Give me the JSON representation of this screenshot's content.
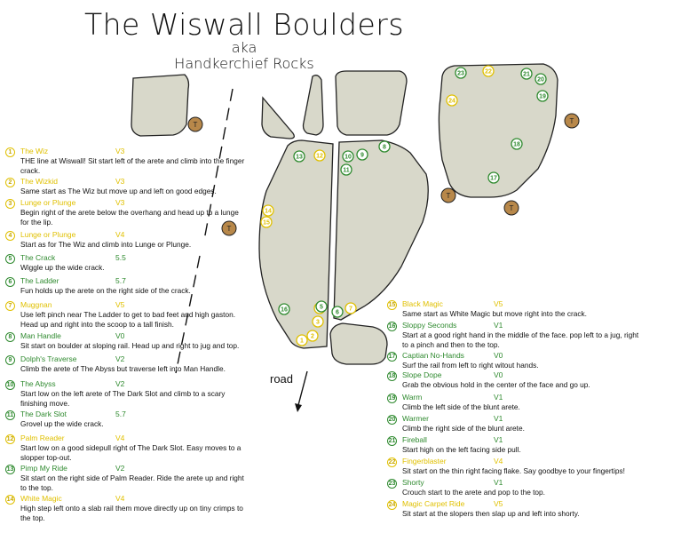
{
  "title": "The Wiswall Boulders",
  "aka": "aka",
  "subtitle": "Handkerchief Rocks",
  "road_label": "road",
  "map_markers": {
    "topo_marker_label": "T",
    "boulder_numbers": [
      "1",
      "2",
      "3",
      "4",
      "5",
      "6",
      "7",
      "8",
      "9",
      "10",
      "11",
      "12",
      "13",
      "14",
      "15",
      "16",
      "17",
      "18",
      "19",
      "20",
      "21",
      "22",
      "23",
      "24"
    ]
  },
  "colors": {
    "green": "#2f8a2f",
    "yellow": "#e0c000",
    "rock": "#d8d8ca",
    "topo": "#b8884a"
  },
  "problems_left": [
    {
      "num": "1",
      "name": "The Wiz",
      "grade": "V3",
      "color": "yellow",
      "desc": "THE line at Wiswall! Sit start left of the arete and climb into the finger crack."
    },
    {
      "num": "2",
      "name": "The Wizkid",
      "grade": "V3",
      "color": "yellow",
      "desc": "Same start as The Wiz but move up and left on good edges."
    },
    {
      "num": "3",
      "name": "Lunge or Plunge",
      "grade": "V3",
      "color": "yellow",
      "desc": "Begin right of the arete below the overhang and head up to a lunge for the lip."
    },
    {
      "num": "4",
      "name": "Lunge or Plunge",
      "grade": "V4",
      "color": "yellow",
      "desc": "Start as for The Wiz and climb into Lunge or Plunge."
    },
    {
      "num": "5",
      "name": "The Crack",
      "grade": "5.5",
      "color": "green",
      "desc": "Wiggle up the wide crack."
    },
    {
      "num": "6",
      "name": "The Ladder",
      "grade": "5.7",
      "color": "green",
      "desc": "Fun holds up the arete on the right side of the crack."
    },
    {
      "num": "7",
      "name": "Muggnan",
      "grade": "V5",
      "color": "yellow",
      "desc": "Use left pinch near The Ladder to get to bad feet and high gaston. Head up and right into the scoop to a tall finish."
    },
    {
      "num": "8",
      "name": "Man Handle",
      "grade": "V0",
      "color": "green",
      "desc": "Sit start on boulder at sloping rail. Head up and right to jug and top."
    },
    {
      "num": "9",
      "name": "Dolph's Traverse",
      "grade": "V2",
      "color": "green",
      "desc": "Climb the arete of The Abyss but traverse left into Man Handle."
    },
    {
      "num": "10",
      "name": "The Abyss",
      "grade": "V2",
      "color": "green",
      "desc": "Start low on the left arete of The Dark Slot and climb to a scary finishing move."
    },
    {
      "num": "11",
      "name": "The Dark Slot",
      "grade": "5.7",
      "color": "green",
      "desc": "Grovel up the wide crack."
    },
    {
      "num": "12",
      "name": "Palm Reader",
      "grade": "V4",
      "color": "yellow",
      "desc": "Start low on a good sidepull right of The Dark Slot. Easy moves to a slopper top-out."
    },
    {
      "num": "13",
      "name": "Pimp My Ride",
      "grade": "V2",
      "color": "green",
      "desc": "Sit start on the right side of Palm Reader. Ride the arete up and right to the top."
    },
    {
      "num": "14",
      "name": "White Magic",
      "grade": "V4",
      "color": "yellow",
      "desc": "High step left onto a slab rail them move directly up on tiny crimps to the top."
    }
  ],
  "problems_right": [
    {
      "num": "15",
      "name": "Black Magic",
      "grade": "V5",
      "color": "yellow",
      "desc": "Same start as White Magic but move right into the crack."
    },
    {
      "num": "16",
      "name": "Sloppy Seconds",
      "grade": "V1",
      "color": "green",
      "desc": "Start at a good right hand in the middle of the face. pop left to a jug, right to a pinch and then to the top."
    },
    {
      "num": "17",
      "name": "Captian No-Hands",
      "grade": "V0",
      "color": "green",
      "desc": "Surf the rail from left to right witout hands."
    },
    {
      "num": "18",
      "name": "Slope Dope",
      "grade": "V0",
      "color": "green",
      "desc": "Grab the obvious hold in the center of the face and go up."
    },
    {
      "num": "19",
      "name": "Warm",
      "grade": "V1",
      "color": "green",
      "desc": "Climb the left side of the blunt arete."
    },
    {
      "num": "20",
      "name": "Warmer",
      "grade": "V1",
      "color": "green",
      "desc": "Climb the right side of the blunt arete."
    },
    {
      "num": "21",
      "name": "Fireball",
      "grade": "V1",
      "color": "green",
      "desc": "Start high on the left facing side pull."
    },
    {
      "num": "22",
      "name": "Fingerblaster",
      "grade": "V4",
      "color": "yellow",
      "desc": "Sit start on the thin right facing flake. Say goodbye to your fingertips!"
    },
    {
      "num": "23",
      "name": "Shorty",
      "grade": "V1",
      "color": "green",
      "desc": "Crouch start to the arete and pop to the top."
    },
    {
      "num": "24",
      "name": "Magic Carpet Ride",
      "grade": "V5",
      "color": "yellow",
      "desc": "Sit start at the slopers then slap up and left into shorty."
    }
  ]
}
